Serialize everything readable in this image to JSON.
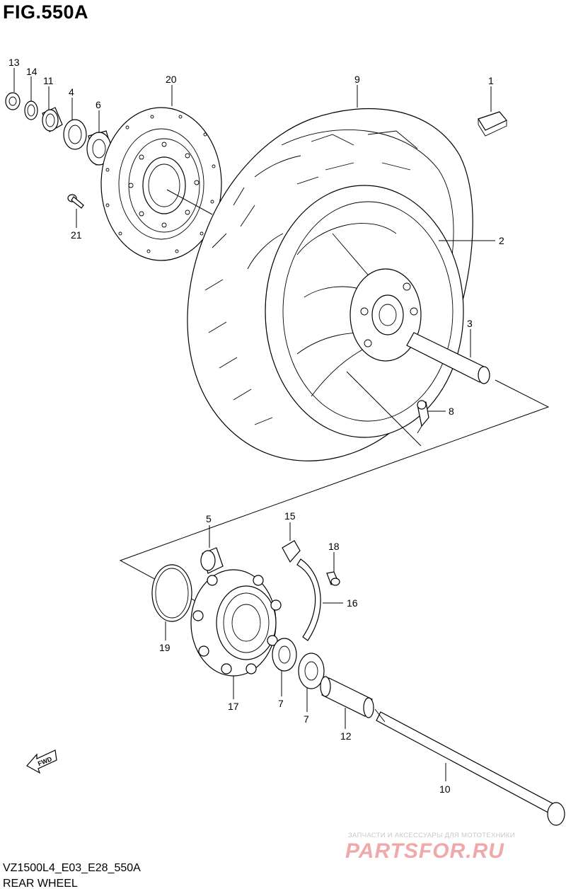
{
  "figure": {
    "title": "FIG.550A"
  },
  "footer": {
    "code": "VZ1500L4_E03_E28_550A",
    "title": "REAR WHEEL"
  },
  "watermark": {
    "text": "ЗАПЧАСТИ И АКСЕССУАРЫ ДЛЯ МОТОТЕХНИКИ",
    "logo": "PARTSFOR.RU"
  },
  "fwd_label": "FWD",
  "callouts": [
    "13",
    "14",
    "11",
    "4",
    "6",
    "20",
    "21",
    "9",
    "1",
    "2",
    "3",
    "8",
    "5",
    "15",
    "18",
    "16",
    "19",
    "17",
    "7",
    "7",
    "12",
    "10"
  ]
}
